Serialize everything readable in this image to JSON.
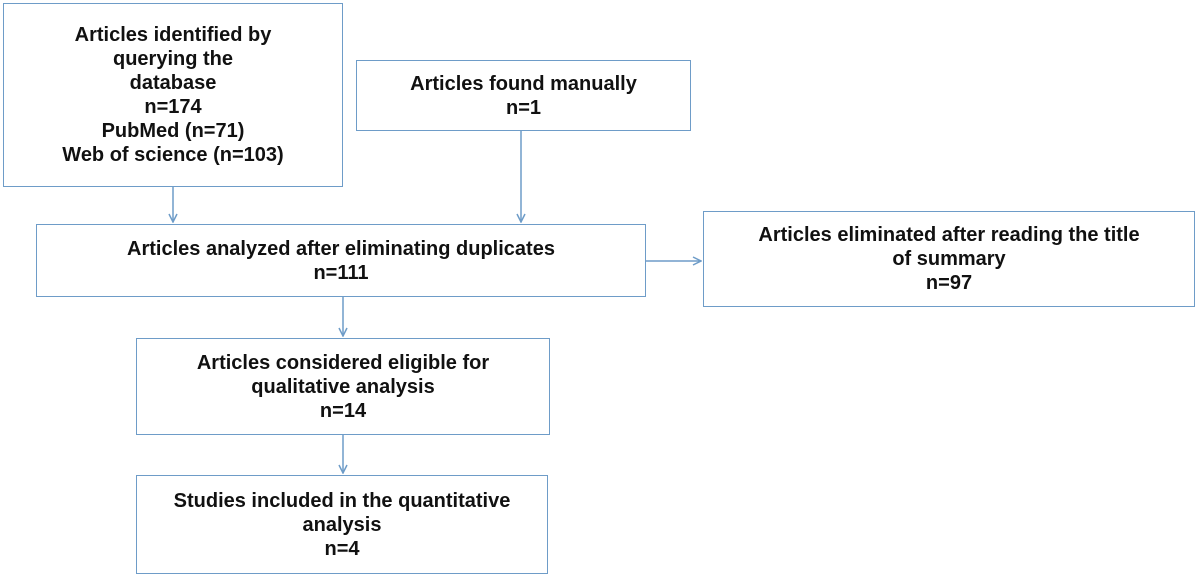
{
  "colors": {
    "border": "#6e9cc8",
    "arrow": "#6e9cc8",
    "text": "#111111"
  },
  "boxes": {
    "identified": {
      "lines": [
        "Articles identified by",
        "querying the",
        "database",
        "n=174",
        "PubMed (n=71)",
        "Web of science (n=103)"
      ]
    },
    "manual": {
      "lines": [
        "Articles found manually",
        "n=1"
      ]
    },
    "analyzed": {
      "lines": [
        "Articles analyzed after eliminating duplicates",
        "n=111"
      ]
    },
    "eliminated": {
      "lines": [
        "Articles eliminated after reading the title",
        "of summary",
        "n=97"
      ]
    },
    "eligible": {
      "lines": [
        "Articles considered eligible for",
        "qualitative analysis",
        "n=14"
      ]
    },
    "included": {
      "lines": [
        "Studies included in the quantitative",
        "analysis",
        "n=4"
      ]
    }
  },
  "connections": [
    {
      "from": "identified",
      "to": "analyzed"
    },
    {
      "from": "manual",
      "to": "analyzed"
    },
    {
      "from": "analyzed",
      "to": "eliminated"
    },
    {
      "from": "analyzed",
      "to": "eligible"
    },
    {
      "from": "eligible",
      "to": "included"
    }
  ]
}
